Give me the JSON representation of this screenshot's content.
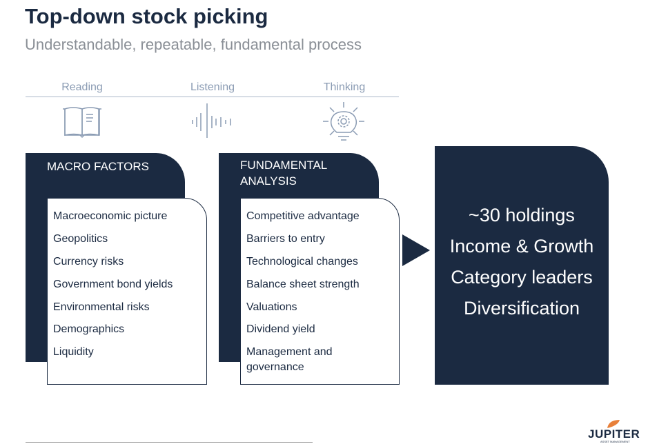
{
  "title": "Top-down stock picking",
  "subtitle": "Understandable, repeatable, fundamental process",
  "process": [
    {
      "label": "Reading",
      "icon": "open-book-icon"
    },
    {
      "label": "Listening",
      "icon": "sound-wave-icon"
    },
    {
      "label": "Thinking",
      "icon": "lightbulb-gear-icon"
    }
  ],
  "macro": {
    "heading": "MACRO FACTORS",
    "items": [
      "Macroeconomic picture",
      "Geopolitics",
      "Currency risks",
      "Government bond yields",
      "Environmental risks",
      "Demographics",
      "Liquidity"
    ]
  },
  "fundamental": {
    "heading_line1": "FUNDAMENTAL",
    "heading_line2": "ANALYSIS",
    "items": [
      "Competitive advantage",
      "Barriers to entry",
      "Technological changes",
      "Balance sheet strength",
      "Valuations",
      "Dividend yield",
      "Management and",
      "governance"
    ]
  },
  "result": [
    "~30 holdings",
    "Income & Growth",
    "Category leaders",
    "Diversification"
  ],
  "logo": {
    "name": "JUPITER",
    "tagline": "ASSET MANAGEMENT"
  },
  "colors": {
    "navy": "#1b2a41",
    "accent": "#e8803a",
    "muted": "#8a9bb3"
  }
}
